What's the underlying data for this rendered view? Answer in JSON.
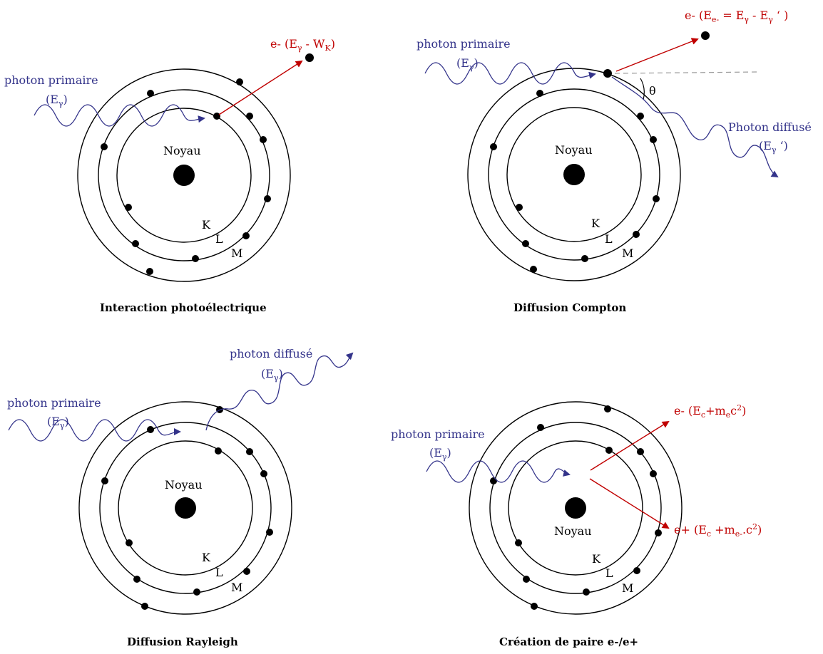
{
  "colors": {
    "photon": "#33338a",
    "electron_ray": "#c00000",
    "ink": "#000000"
  },
  "panels": {
    "photo": {
      "caption": "Interaction photoélectrique",
      "nucleus_label": "Noyau",
      "shells": {
        "k": "K",
        "l": "L",
        "m": "M"
      },
      "photon_label": "photon primaire",
      "photon_energy": "(E",
      "photon_energy_close": ")",
      "gamma": "γ",
      "electron_label": "e- (E",
      "electron_mid": " - W",
      "electron_sub": "K",
      "electron_close": ")"
    },
    "compton": {
      "caption": "Diffusion Compton",
      "nucleus_label": "Noyau",
      "shells": {
        "k": "K",
        "l": "L",
        "m": "M"
      },
      "photon_label": "photon primaire",
      "photon_energy": "(E",
      "photon_energy_close": ")",
      "gamma": "γ",
      "electron_label": "e- (E",
      "electron_sub": "e-",
      "electron_mid": " = E",
      "electron_mid2": " - E",
      "electron_close": " ‘ )",
      "theta": "θ",
      "scattered_label": "Photon diffusé",
      "scattered_energy": "(E",
      "scattered_close": " ‘)"
    },
    "rayleigh": {
      "caption": "Diffusion Rayleigh",
      "nucleus_label": "Noyau",
      "shells": {
        "k": "K",
        "l": "L",
        "m": "M"
      },
      "photon_label": "photon primaire",
      "photon_energy": "(E",
      "photon_energy_close": ")",
      "gamma": "γ",
      "scattered_label": "photon diffusé",
      "scattered_energy": "(E",
      "scattered_close": ")"
    },
    "pair": {
      "caption": "Création de paire e-/e+",
      "nucleus_label": "Noyau",
      "shells": {
        "k": "K",
        "l": "L",
        "m": "M"
      },
      "photon_label": "photon primaire",
      "photon_energy": "(E",
      "photon_energy_close": ")",
      "gamma": "γ",
      "electron_label": "e- (E",
      "c_sub": "c",
      "plus_m": "+m",
      "e_sub": "e",
      "c_text": "c",
      "two": "2",
      "close": ")",
      "positron_label": "e+ (E",
      "positron_plus_m": " +m",
      "positron_e_sub": "e-",
      "positron_c_text": ".c"
    }
  }
}
